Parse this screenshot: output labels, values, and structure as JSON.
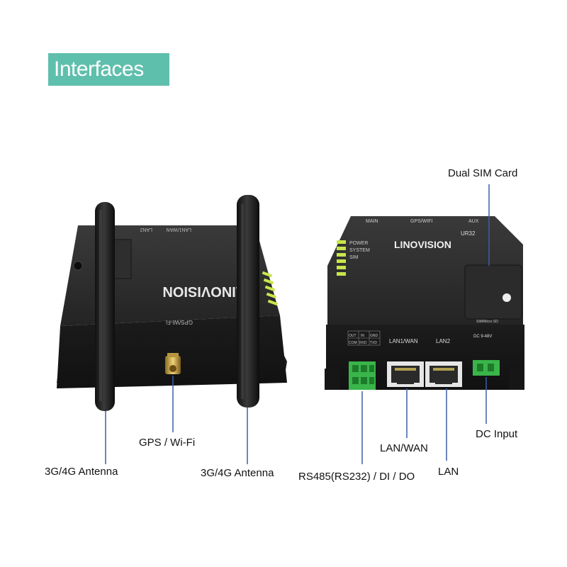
{
  "banner": {
    "title": "Interfaces"
  },
  "device_left": {
    "brand": "LINOVISION",
    "port_labels": {
      "gps": "GPS/Wi-Fi",
      "lan2": "LAN2",
      "lan1": "LAN1/WAN"
    }
  },
  "device_right": {
    "brand": "LINOVISION",
    "model": "UR32",
    "top_ports": {
      "main": "MAIN",
      "gps": "GPS/WIFI",
      "aux": "AUX"
    },
    "leds": [
      "POWER",
      "SYSTEM",
      "SIM"
    ],
    "front_labels": {
      "lan1": "LAN1/WAN",
      "lan2": "LAN2",
      "dc": "DC 9-48V",
      "sim": "SIM/Micro SD"
    },
    "terminal_grid": [
      "OUT",
      "IN",
      "GND",
      "COM",
      "RXD",
      "TXD"
    ]
  },
  "callouts": {
    "antenna_left": "3G/4G Antenna",
    "gps_wifi": "GPS / Wi-Fi",
    "antenna_right": "3G/4G Antenna",
    "dual_sim": "Dual SIM Card",
    "rs485": "RS485(RS232) / DI / DO",
    "lan_wan": "LAN/WAN",
    "lan": "LAN",
    "dc_input": "DC Input"
  },
  "colors": {
    "banner": "#5fbfad",
    "device_body": "#202020",
    "callout_line": "#3a5fa8",
    "terminal": "#39b54a",
    "led": "#c8e64b"
  }
}
